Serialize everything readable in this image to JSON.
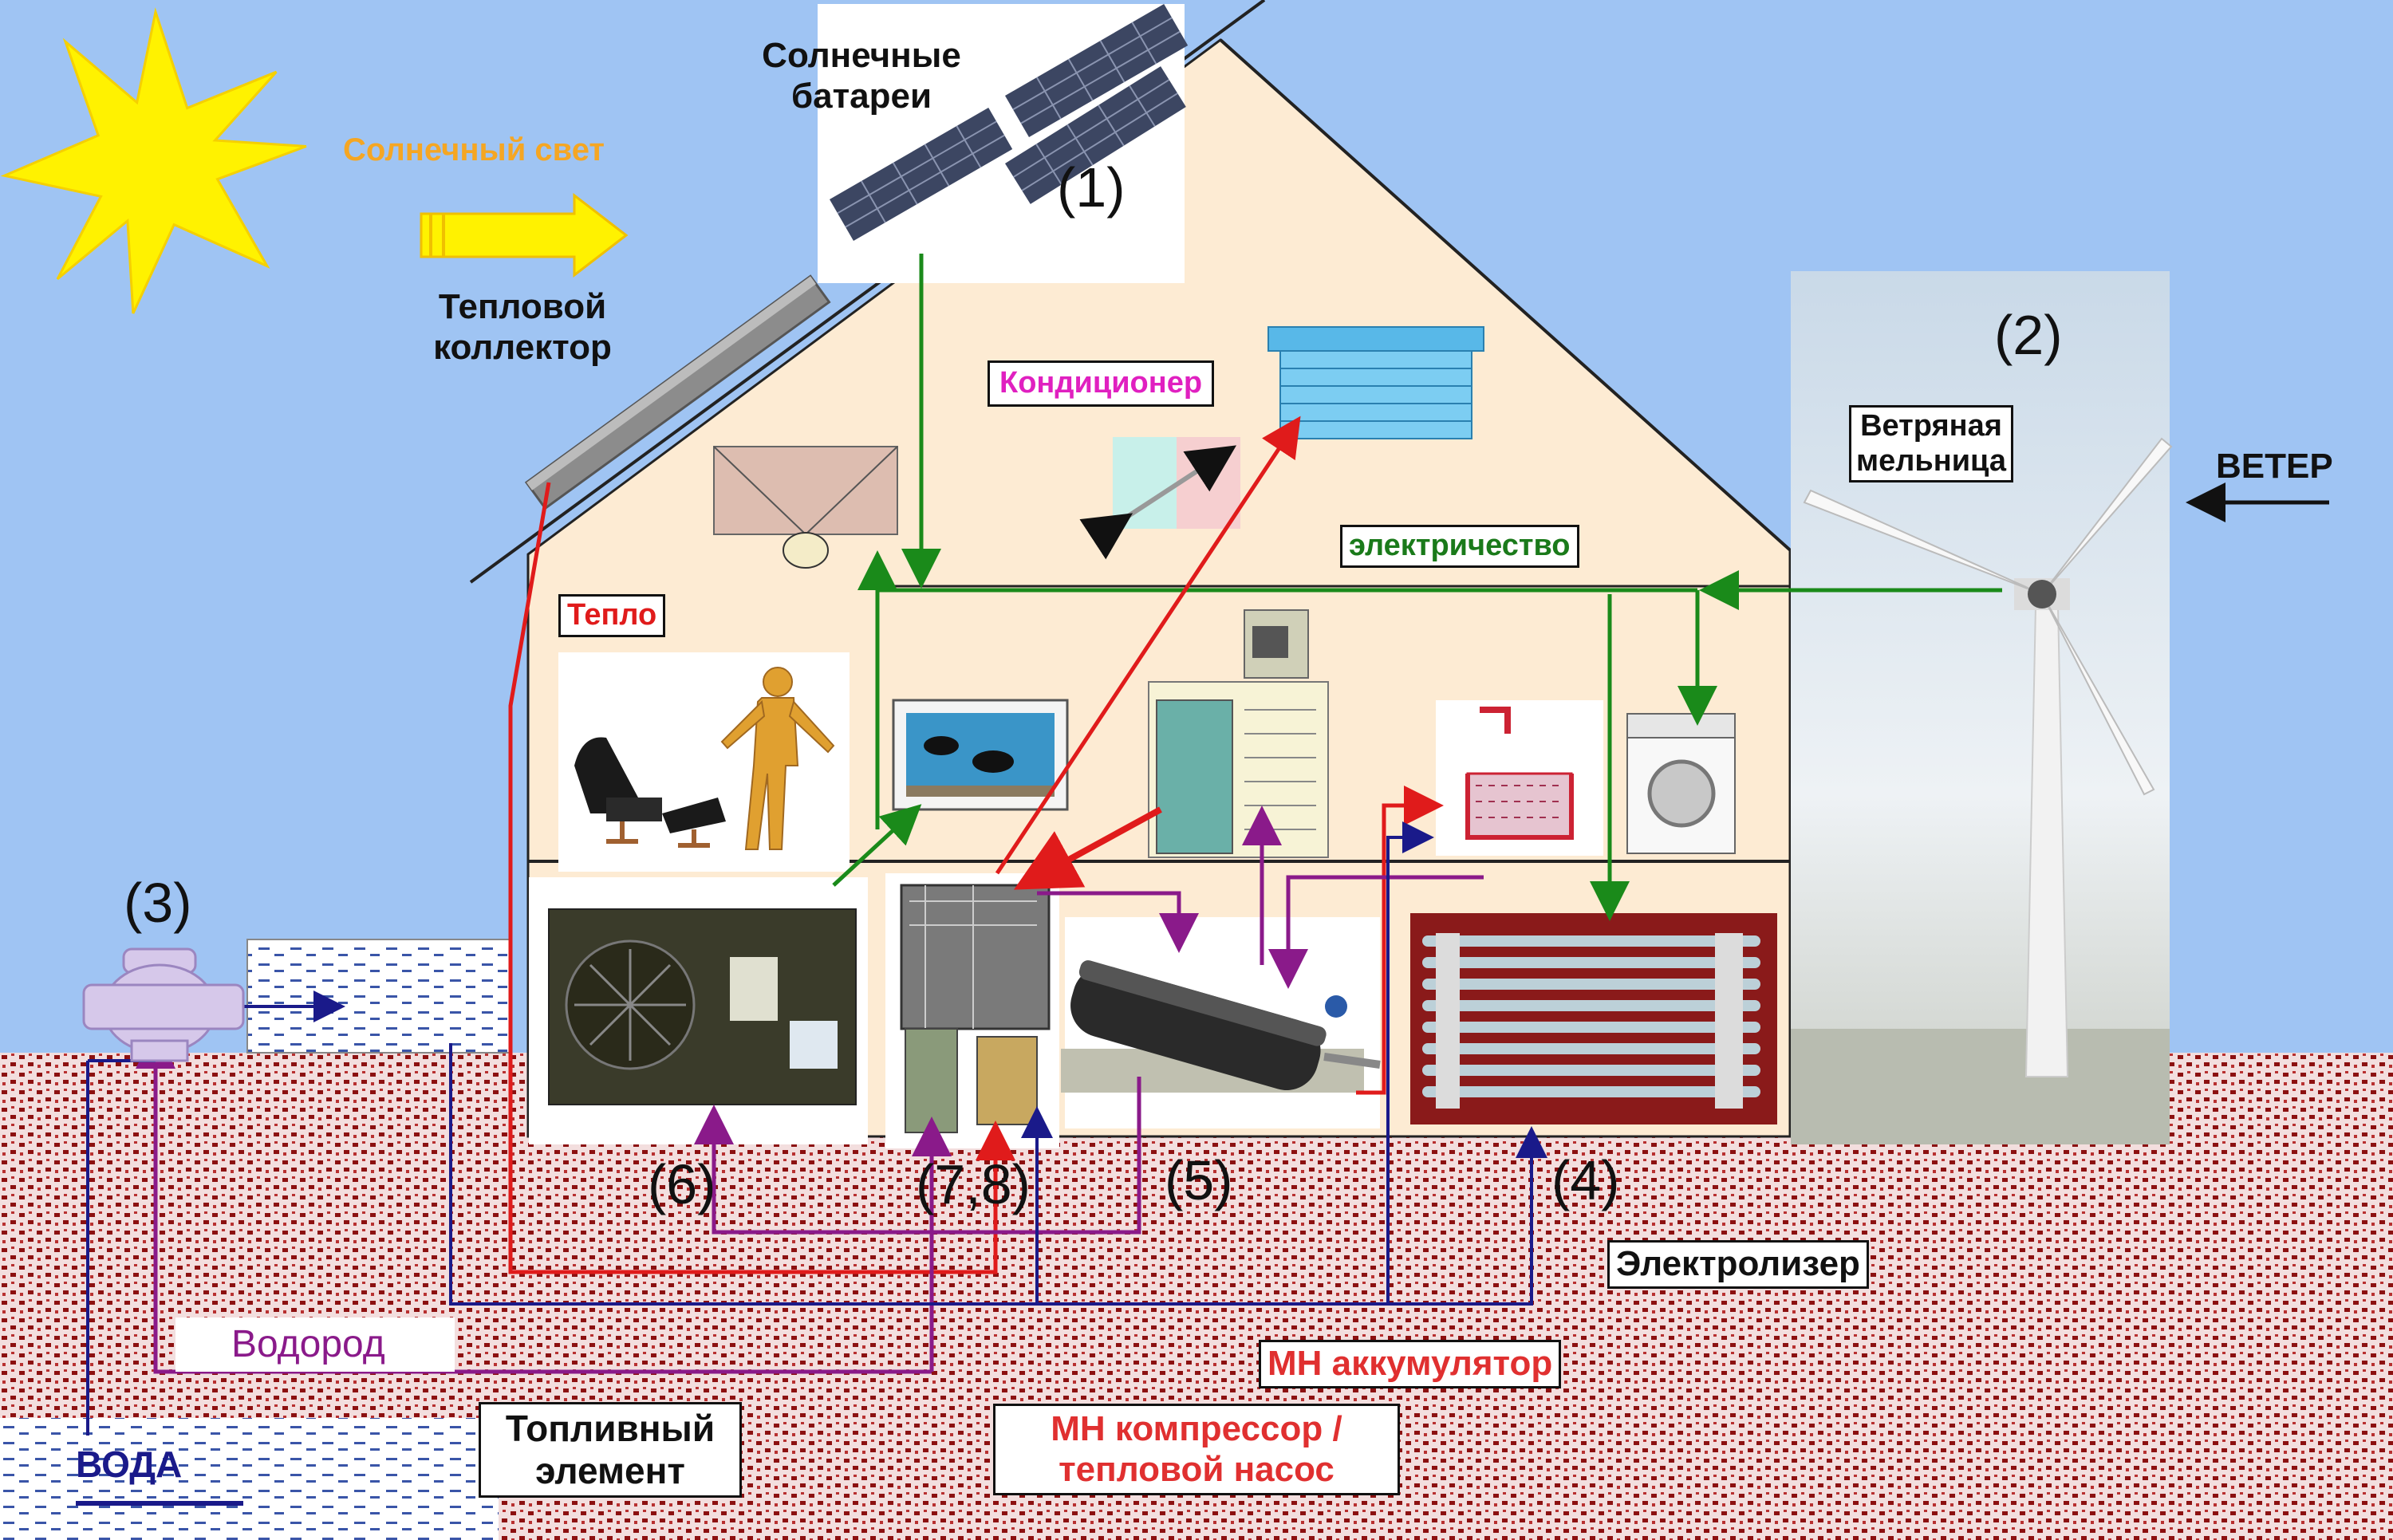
{
  "labels": {
    "solar_panels": "Солнечные\nбатареи",
    "sunlight": "Солнечный свет",
    "thermal_collector": "Тепловой\nколлектор",
    "air_conditioner": "Кондиционер",
    "wind_mill": "Ветряная\nмельница",
    "wind": "ВЕТЕР",
    "electricity": "электричество",
    "heat": "Тепло",
    "electrolyzer": "Электролизер",
    "hydrogen": "Водород",
    "fuel_cell": "Топливный\nэлемент",
    "water": "ВОДА",
    "mh_accumulator": "МН аккумулятор",
    "mh_compressor": "МН компрессор /\nтепловой насос"
  },
  "numbers": {
    "n1": "(1)",
    "n2": "(2)",
    "n3": "(3)",
    "n4": "(4)",
    "n5": "(5)",
    "n6": "(6)",
    "n78": "(7,8)"
  },
  "colors": {
    "sky": "#9fc4f3",
    "house_wall": "#fdebd3",
    "ground_base": "#f1d9d9",
    "ground_dots": "#8c1010",
    "electric_line": "#1a8a1a",
    "heat_line": "#e01b1b",
    "hydrogen_line": "#8a1a8a",
    "water_line": "#1a1a8a",
    "sun": "#fff200",
    "sunlight_text": "#f5a623",
    "air_conditioner_text": "#e020c0",
    "heat_text": "#e01b1b",
    "hydrogen_text": "#8a1a8a",
    "mh_text": "#e03030",
    "electricity_text": "#1a7a1a",
    "water_text": "#1a1a8a"
  }
}
